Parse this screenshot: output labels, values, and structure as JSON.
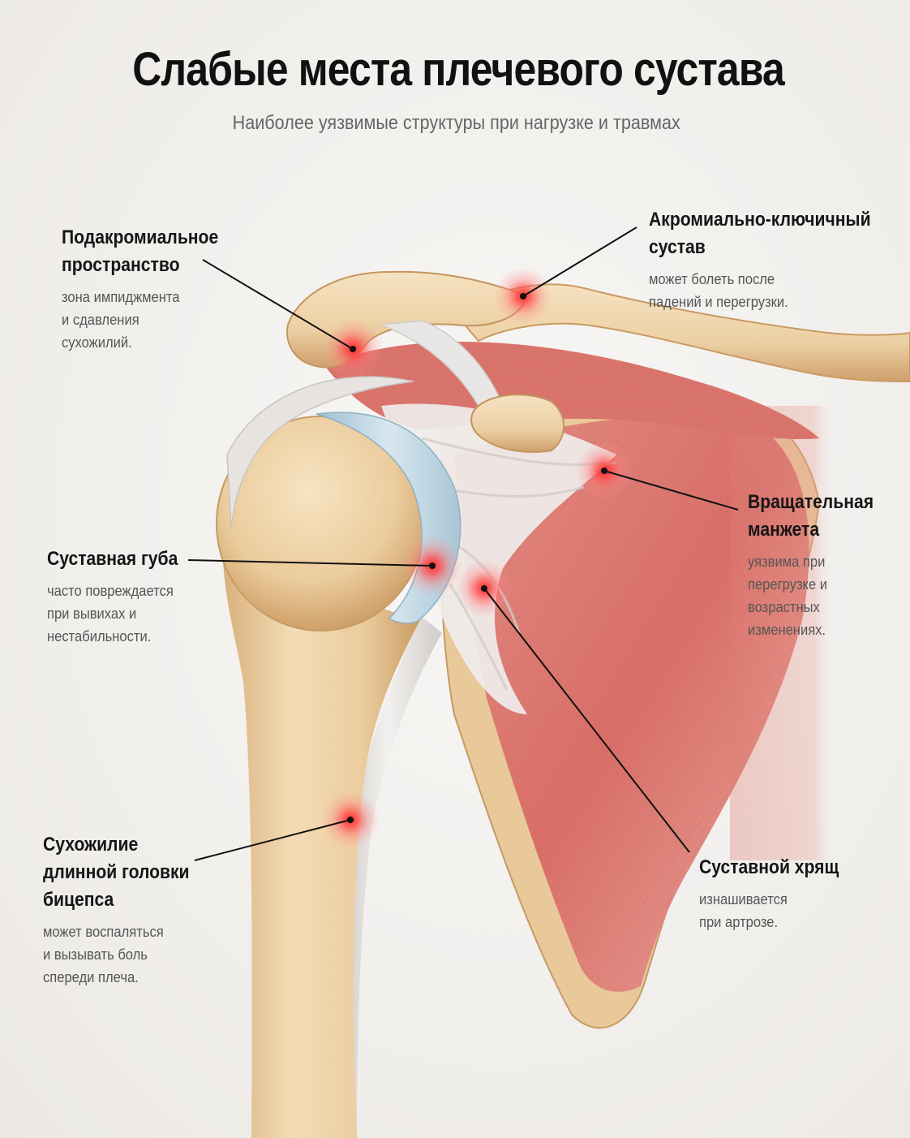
{
  "header": {
    "title": "Слабые места плечевого сустава",
    "subtitle": "Наиболее уязвимые структуры при нагрузке и травмах"
  },
  "callouts": {
    "subacromial": {
      "name": [
        "Подакромиальное",
        "пространство"
      ],
      "desc": [
        "зона импиджмента",
        "и сдавления",
        "сухожилий."
      ]
    },
    "ac_joint": {
      "name": [
        "Акромиально-ключичный",
        "сустав"
      ],
      "desc": [
        "может болеть после",
        "падений и перегрузки."
      ]
    },
    "rotator_cuff": {
      "name": [
        "Вращательная",
        "манжета"
      ],
      "desc": [
        "уязвима при",
        "перегрузке и",
        "возрастных",
        "изменениях."
      ]
    },
    "labrum": {
      "name": [
        "Суставная губа"
      ],
      "desc": [
        "часто повреждается",
        "при вывихах и",
        "нестабильности."
      ]
    },
    "cartilage": {
      "name": [
        "Суставной хрящ"
      ],
      "desc": [
        "изнашивается",
        "при артрозе."
      ]
    },
    "biceps": {
      "name": [
        "Сухожилие",
        "длинной головки",
        "бицепса"
      ],
      "desc": [
        "может воспаляться",
        "и вызывать боль",
        "спереди плеча."
      ]
    }
  },
  "colors": {
    "bone": "#ecd2a6",
    "bone_shadow": "#c99a62",
    "muscle": "#d9726c",
    "tendon": "#e8e6e4",
    "cartilage": "#b9d2e0",
    "hotspot": "#ff3b3b",
    "text_dark": "#161616",
    "text_muted": "#555555"
  }
}
